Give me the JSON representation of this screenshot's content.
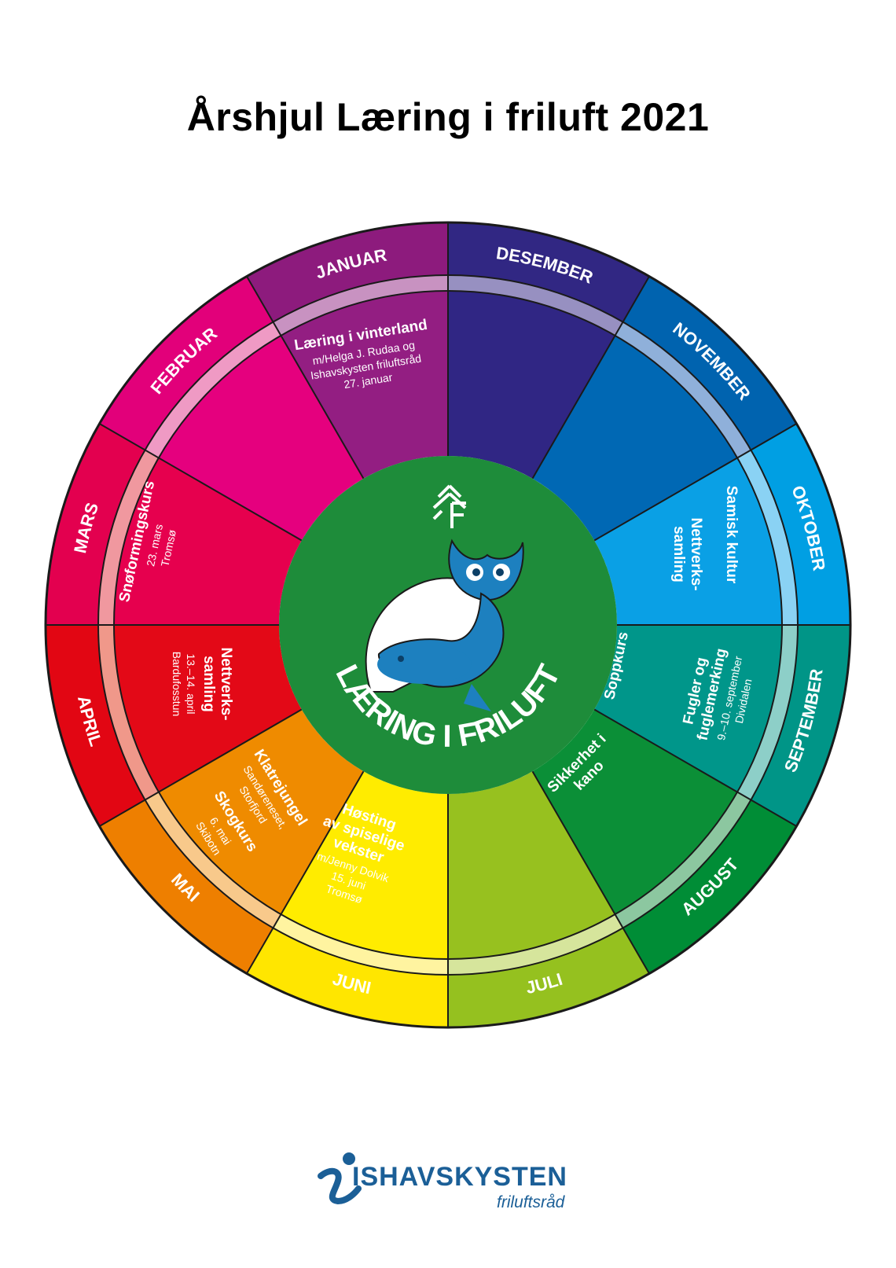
{
  "title": "Årshjul Læring i friluft 2021",
  "colors": {
    "ring_border": "#1a1a1a",
    "center": "#1e8c3a",
    "owl_blue": "#1d80bf"
  },
  "months": [
    {
      "name": "JANUAR",
      "outer": "#8d1b7d",
      "band": "#c892c1",
      "inner": "#931e82"
    },
    {
      "name": "FEBRUAR",
      "outer": "#e2007a",
      "band": "#ef9ac4",
      "inner": "#e5007e"
    },
    {
      "name": "MARS",
      "outer": "#e3004f",
      "band": "#f0989f",
      "inner": "#e6004e"
    },
    {
      "name": "APRIL",
      "outer": "#e20613",
      "band": "#f0988a",
      "inner": "#e30917"
    },
    {
      "name": "MAI",
      "outer": "#ee7f00",
      "band": "#f8c98b",
      "inner": "#ef8b00"
    },
    {
      "name": "JUNI",
      "outer": "#ffe600",
      "band": "#fff4a0",
      "inner": "#ffec00"
    },
    {
      "name": "JULI",
      "outer": "#95c11f",
      "band": "#d6e59c",
      "inner": "#97c11f"
    },
    {
      "name": "AUGUST",
      "outer": "#008d36",
      "band": "#8cc7a0",
      "inner": "#0b8f37"
    },
    {
      "name": "SEPTEMBER",
      "outer": "#009587",
      "band": "#8dcfc8",
      "inner": "#00968a"
    },
    {
      "name": "OKTOBER",
      "outer": "#009fe3",
      "band": "#8ad2f4",
      "inner": "#0aa0e5"
    },
    {
      "name": "NOVEMBER",
      "outer": "#0063af",
      "band": "#8fb0da",
      "inner": "#0068b4"
    },
    {
      "name": "DESEMBER",
      "outer": "#312783",
      "band": "#9790c1",
      "inner": "#302684"
    }
  ],
  "events": {
    "januar": {
      "title": "Læring i vinterland",
      "lines": [
        "m/Helga J. Rudaa og",
        "Ishavskysten friluftsråd",
        "27. januar"
      ]
    },
    "mars": {
      "title": "Snøformingskurs",
      "lines": [
        "23. mars",
        "Tromsø"
      ]
    },
    "april": {
      "title_lines": [
        "Nettverks-",
        "samling"
      ],
      "lines": [
        "13.–14. april",
        "Bardufosstun"
      ]
    },
    "mai_1": {
      "title": "Klatrejungel",
      "lines": [
        "Sandøreneset,",
        "Storfjord"
      ]
    },
    "mai_2": {
      "title": "Skogkurs",
      "lines": [
        "6. mai",
        "Skibotn"
      ]
    },
    "juni": {
      "title_lines": [
        "Høsting",
        "av spiselige",
        "vekster"
      ],
      "lines": [
        "m/Jenny Dolvik",
        "15. juni",
        "Tromsø"
      ]
    },
    "august": {
      "title_lines": [
        "Sikkerhet i",
        "kano"
      ]
    },
    "sept_1": {
      "title": "Soppkurs"
    },
    "sept_2": {
      "title_lines": [
        "Fugler og",
        "fuglemerking"
      ],
      "lines": [
        "9.–10. september",
        "Dividalen"
      ]
    },
    "oktober_1": {
      "title": "Samisk kultur"
    },
    "oktober_2": {
      "title_lines": [
        "Nettverks-",
        "samling"
      ]
    }
  },
  "center": {
    "label": "LÆRING I FRILUFT"
  },
  "footer": {
    "brand": "ISHAVSKYSTEN",
    "sub": "friluftsråd"
  }
}
